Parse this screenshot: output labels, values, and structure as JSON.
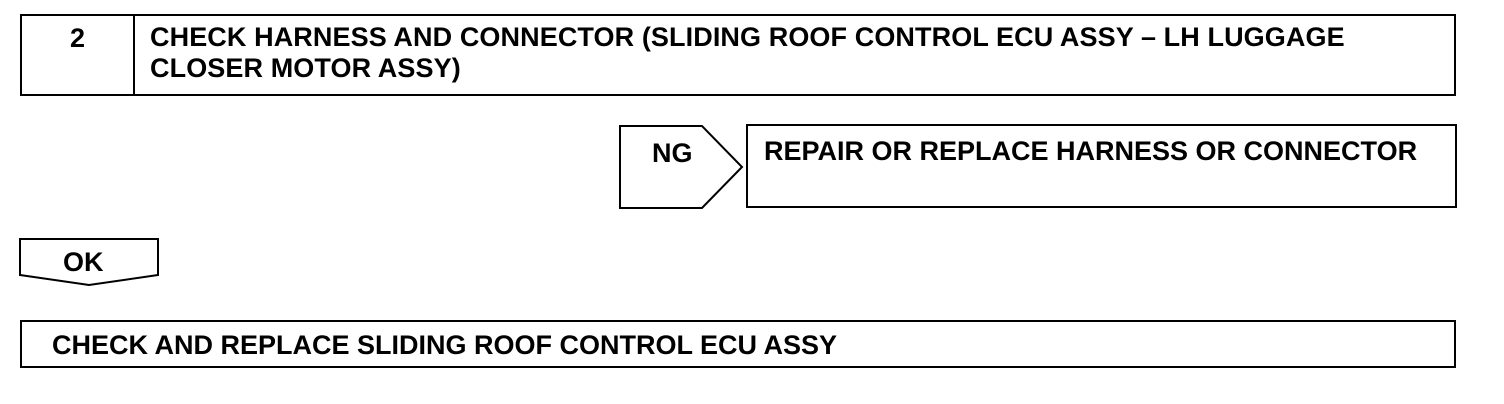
{
  "step": {
    "number": "2",
    "title": "CHECK HARNESS AND CONNECTOR (SLIDING ROOF CONTROL ECU ASSY – LH LUGGAGE CLOSER MOTOR ASSY)"
  },
  "ng_branch": {
    "label": "NG",
    "result": "REPAIR OR REPLACE HARNESS OR CONNECTOR"
  },
  "ok_branch": {
    "label": "OK"
  },
  "final_step": {
    "text": "CHECK AND REPLACE SLIDING ROOF CONTROL ECU ASSY"
  }
}
